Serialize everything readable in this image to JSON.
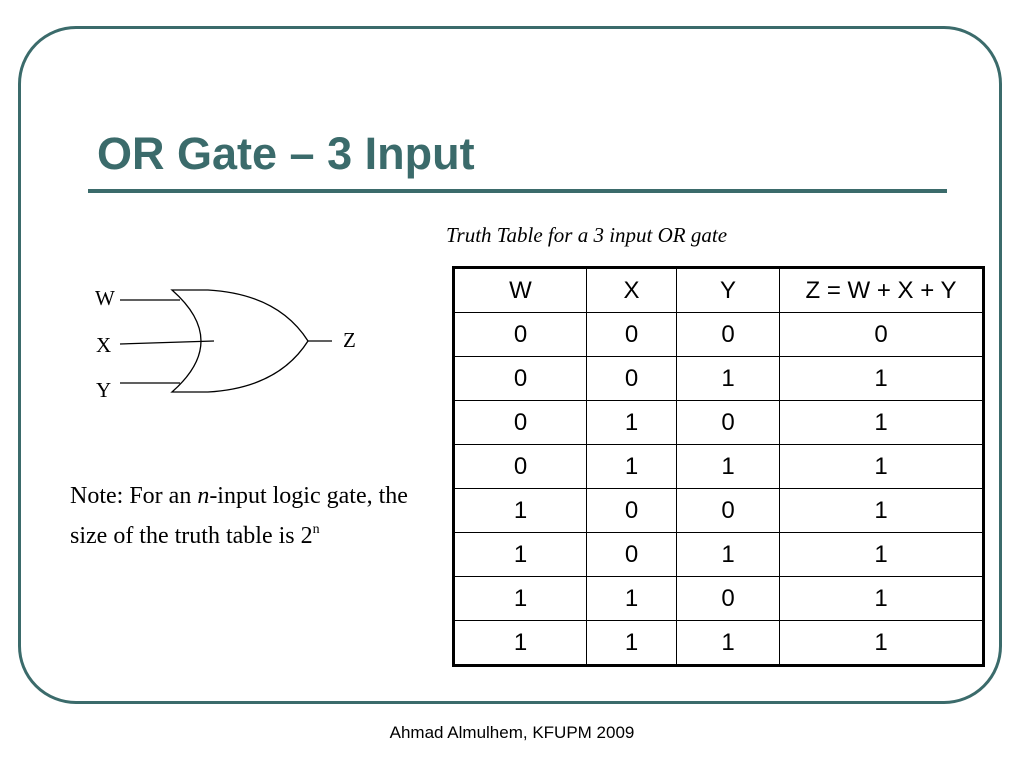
{
  "slide": {
    "title": "OR Gate – 3 Input",
    "caption": "Truth Table for a 3 input OR gate",
    "gate": {
      "icon": "or-gate-icon",
      "inputs": [
        "W",
        "X",
        "Y"
      ],
      "output": "Z"
    },
    "note": {
      "prefix": "Note: For an ",
      "var": "n",
      "middle": "-input logic gate, the size of the truth table is 2",
      "exponent": "n"
    },
    "table": {
      "headers": [
        "W",
        "X",
        "Y",
        "Z = W + X + Y"
      ],
      "rows": [
        [
          "0",
          "0",
          "0",
          "0"
        ],
        [
          "0",
          "0",
          "1",
          "1"
        ],
        [
          "0",
          "1",
          "0",
          "1"
        ],
        [
          "0",
          "1",
          "1",
          "1"
        ],
        [
          "1",
          "0",
          "0",
          "1"
        ],
        [
          "1",
          "0",
          "1",
          "1"
        ],
        [
          "1",
          "1",
          "0",
          "1"
        ],
        [
          "1",
          "1",
          "1",
          "1"
        ]
      ]
    },
    "footer": "Ahmad Almulhem, KFUPM 2009",
    "colors": {
      "accent": "#3b6b6b",
      "text": "#000000",
      "background": "#ffffff"
    }
  }
}
